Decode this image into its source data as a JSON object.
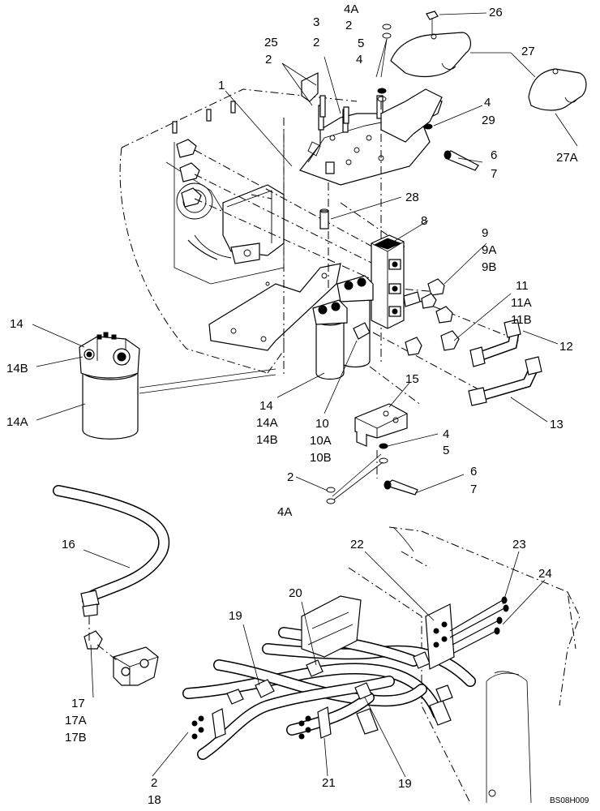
{
  "diagram": {
    "callouts": [
      {
        "id": "c1",
        "text": "1"
      },
      {
        "id": "c2a",
        "text": "2"
      },
      {
        "id": "c2b",
        "text": "2"
      },
      {
        "id": "c2c",
        "text": "2"
      },
      {
        "id": "c2d",
        "text": "2"
      },
      {
        "id": "c2e",
        "text": "2"
      },
      {
        "id": "c3",
        "text": "3"
      },
      {
        "id": "c4a",
        "text": "4"
      },
      {
        "id": "c4b",
        "text": "4"
      },
      {
        "id": "c4c",
        "text": "4"
      },
      {
        "id": "c4A1",
        "text": "4A"
      },
      {
        "id": "c4A2",
        "text": "4A"
      },
      {
        "id": "c5a",
        "text": "5"
      },
      {
        "id": "c5b",
        "text": "5"
      },
      {
        "id": "c6a",
        "text": "6"
      },
      {
        "id": "c6b",
        "text": "6"
      },
      {
        "id": "c7a",
        "text": "7"
      },
      {
        "id": "c7b",
        "text": "7"
      },
      {
        "id": "c8",
        "text": "8"
      },
      {
        "id": "c9",
        "text": "9"
      },
      {
        "id": "c9A",
        "text": "9A"
      },
      {
        "id": "c9B",
        "text": "9B"
      },
      {
        "id": "c10",
        "text": "10"
      },
      {
        "id": "c10A",
        "text": "10A"
      },
      {
        "id": "c10B",
        "text": "10B"
      },
      {
        "id": "c11",
        "text": "11"
      },
      {
        "id": "c11A",
        "text": "11A"
      },
      {
        "id": "c11B",
        "text": "11B"
      },
      {
        "id": "c12",
        "text": "12"
      },
      {
        "id": "c13",
        "text": "13"
      },
      {
        "id": "c14a",
        "text": "14"
      },
      {
        "id": "c14B1",
        "text": "14B"
      },
      {
        "id": "c14A1",
        "text": "14A"
      },
      {
        "id": "c14b",
        "text": "14"
      },
      {
        "id": "c14A2",
        "text": "14A"
      },
      {
        "id": "c14B2",
        "text": "14B"
      },
      {
        "id": "c15",
        "text": "15"
      },
      {
        "id": "c16",
        "text": "16"
      },
      {
        "id": "c17",
        "text": "17"
      },
      {
        "id": "c17A",
        "text": "17A"
      },
      {
        "id": "c17B",
        "text": "17B"
      },
      {
        "id": "c18",
        "text": "18"
      },
      {
        "id": "c19a",
        "text": "19"
      },
      {
        "id": "c19b",
        "text": "19"
      },
      {
        "id": "c20",
        "text": "20"
      },
      {
        "id": "c21",
        "text": "21"
      },
      {
        "id": "c22",
        "text": "22"
      },
      {
        "id": "c23",
        "text": "23"
      },
      {
        "id": "c24",
        "text": "24"
      },
      {
        "id": "c25",
        "text": "25"
      },
      {
        "id": "c26",
        "text": "26"
      },
      {
        "id": "c27",
        "text": "27"
      },
      {
        "id": "c27A",
        "text": "27A"
      },
      {
        "id": "c28",
        "text": "28"
      },
      {
        "id": "c29",
        "text": "29"
      }
    ],
    "drawing_code": "BS08H009"
  }
}
